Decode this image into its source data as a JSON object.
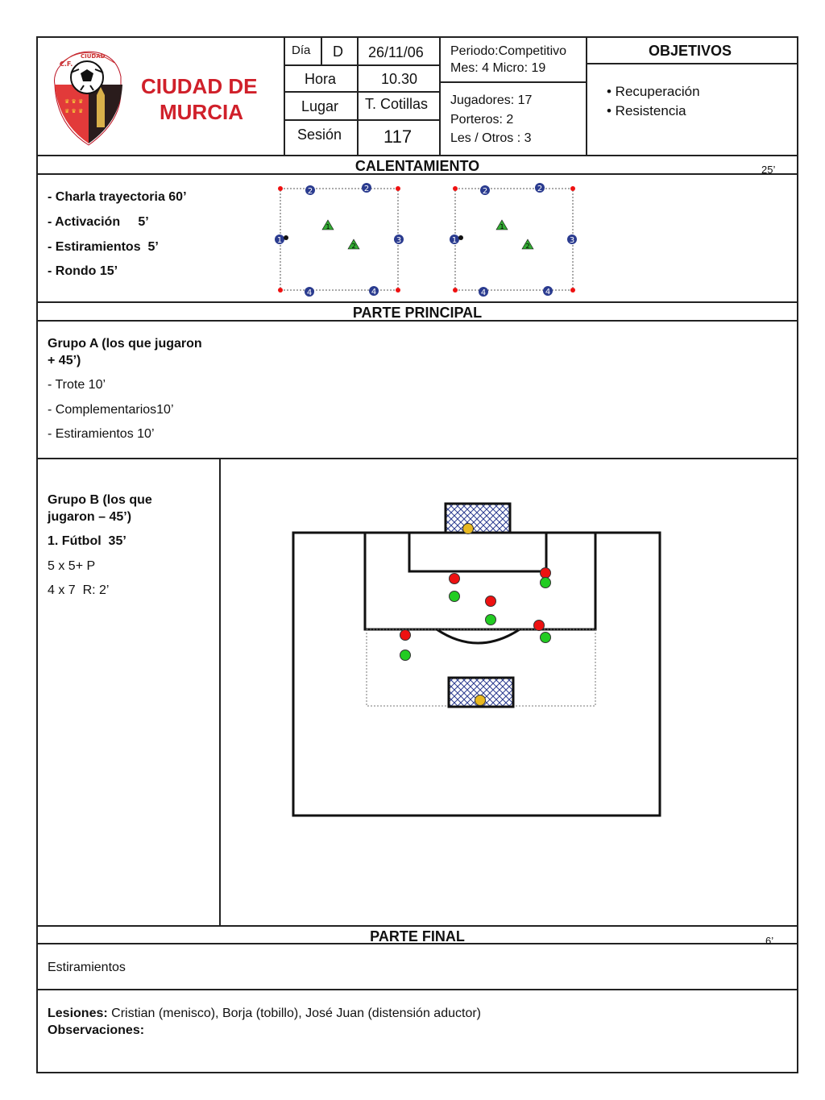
{
  "header": {
    "club_name_line1": "CIUDAD DE",
    "club_name_line2": "MURCIA",
    "logo_text": "C.F. CIUDAD DE MURCIA",
    "dia_label": "Día",
    "dia_value": "D",
    "date": "26/11/06",
    "hora_label": "Hora",
    "hora_value": "10.30",
    "lugar_label": "Lugar",
    "lugar_value": "T. Cotillas",
    "sesion_label": "Sesión",
    "sesion_value": "117",
    "periodo": "Periodo:Competitivo",
    "mes_micro": "Mes: 4  Micro: 19",
    "jugadores": "Jugadores:  17",
    "porteros": "Porteros: 2",
    "les_otros": "Les / Otros : 3",
    "objetivos_title": "OBJETIVOS",
    "objetivos": [
      "• Recuperación",
      "• Resistencia"
    ]
  },
  "calentamiento": {
    "title": "CALENTAMIENTO",
    "duration": "25’",
    "items": [
      "- Charla trayectoria 60’",
      "- Activación     5’",
      "- Estiramientos  5’",
      "- Rondo 15’"
    ],
    "diagram_labels": {
      "top": "2",
      "left": "1",
      "right": "3",
      "bottom": "4",
      "tri1": "1",
      "tri2": "2"
    }
  },
  "principal": {
    "title": "PARTE PRINCIPAL",
    "grupo_a_line1": "Grupo A (los que jugaron",
    "grupo_a_line2": "+ 45’)",
    "grupo_a_items": [
      "- Trote 10’",
      "- Complementarios10’",
      "- Estiramientos 10’"
    ],
    "grupo_b_line1": "Grupo B (los que",
    "grupo_b_line2": "jugaron – 45’)",
    "grupo_b_items": [
      "1. Fútbol  35’",
      "5 x 5+ P",
      "4 x 7  R: 2’"
    ]
  },
  "final": {
    "title": "PARTE FINAL",
    "duration": "6’",
    "text": "Estiramientos"
  },
  "notes": {
    "lesiones_label": "Lesiones:",
    "lesiones_text": "Cristian (menisco), Borja (tobillo), José Juan (distensión aductor)",
    "observaciones_label": "Observaciones:"
  },
  "colors": {
    "brand_red": "#d0202a",
    "team_red": "#e11",
    "team_green": "#2c2",
    "keeper": "#e8b820",
    "cone_blue": "#2a3b8f",
    "cone_green": "#3a3"
  }
}
